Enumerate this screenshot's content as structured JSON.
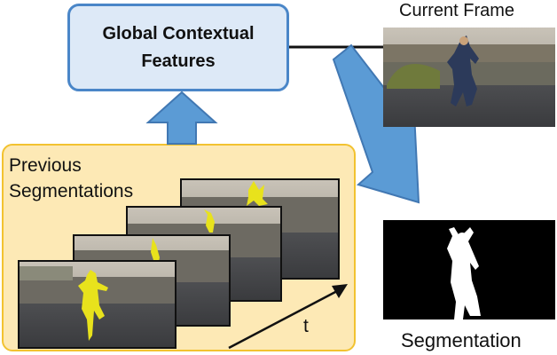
{
  "nodes": {
    "global_contextual_features": "Global Contextual\nFeatures",
    "previous_segmentations": "Previous\nSegmentations",
    "current_frame": "Current Frame",
    "segmentation": "Segmentation",
    "time_axis": "t"
  },
  "colors": {
    "box_fill": "#dde9f7",
    "box_border": "#4a86c8",
    "arrow_blue": "#5b9bd5",
    "panel_fill": "#fde9b5",
    "panel_border": "#f2c230",
    "mask_yellow": "#e8e21c"
  },
  "frames": [
    {
      "id": "frame-1",
      "has_mask": true
    },
    {
      "id": "frame-2",
      "has_mask": true
    },
    {
      "id": "frame-3",
      "has_mask": true
    },
    {
      "id": "frame-4",
      "has_mask": true
    }
  ]
}
